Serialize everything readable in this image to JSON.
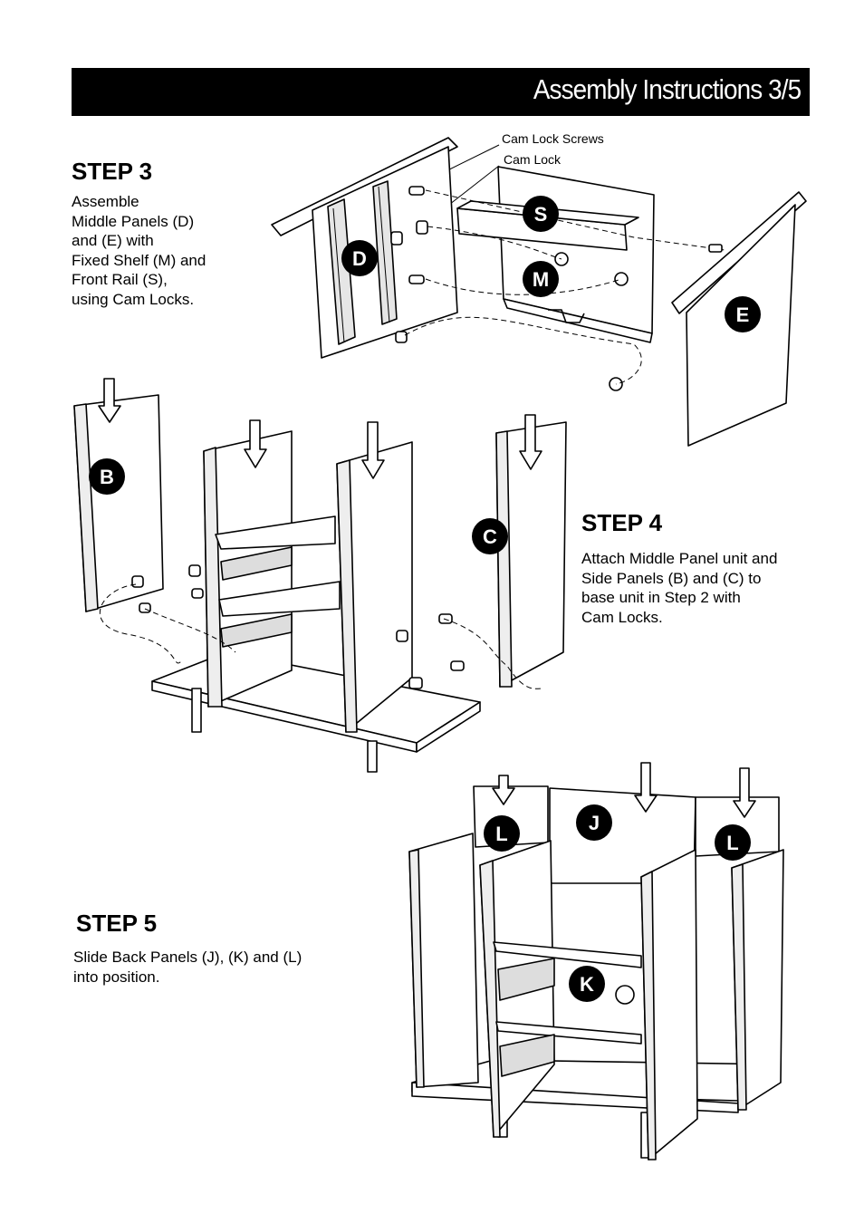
{
  "header": {
    "title": "Assembly Instructions 3/5"
  },
  "step3": {
    "title": "STEP 3",
    "description": "Assemble\nMiddle Panels (D)\nand (E) with\nFixed Shelf (M) and\nFront Rail (S),\nusing Cam Locks.",
    "callouts": {
      "cam_lock_screws": "Cam Lock Screws",
      "cam_lock": "Cam Lock"
    },
    "part_labels": [
      "D",
      "S",
      "M",
      "E"
    ]
  },
  "step4": {
    "title": "STEP 4",
    "description": "Attach Middle Panel unit and\nSide Panels (B) and (C) to\nbase unit in Step 2 with\nCam Locks.",
    "part_labels": [
      "B",
      "C"
    ]
  },
  "step5": {
    "title": "STEP 5",
    "description": "Slide Back Panels (J), (K) and (L)\ninto position.",
    "part_labels": [
      "L",
      "J",
      "L",
      "K"
    ]
  }
}
